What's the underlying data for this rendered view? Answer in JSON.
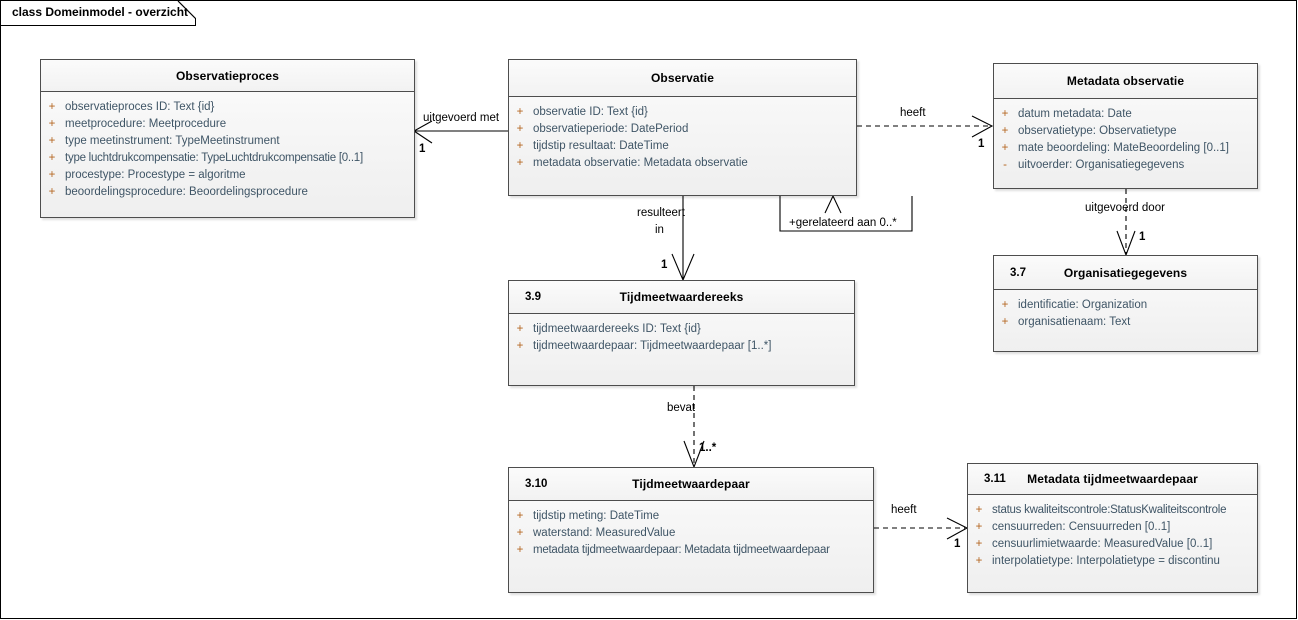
{
  "frame": {
    "title": "class Domeinmodel - overzicht"
  },
  "classes": [
    {
      "id": "observatieproces",
      "number": "",
      "name": "Observatieproces",
      "attributes": [
        {
          "visibility": "+",
          "text": "observatieproces ID: Text {id}"
        },
        {
          "visibility": "+",
          "text": "meetprocedure: Meetprocedure"
        },
        {
          "visibility": "+",
          "text": "type meetinstrument: TypeMeetinstrument"
        },
        {
          "visibility": "+",
          "text": "type luchtdrukcompensatie: TypeLuchtdrukcompensatie [0..1]"
        },
        {
          "visibility": "+",
          "text": "procestype: Procestype = algoritme"
        },
        {
          "visibility": "+",
          "text": "beoordelingsprocedure: Beoordelingsprocedure"
        }
      ]
    },
    {
      "id": "observatie",
      "number": "",
      "name": "Observatie",
      "attributes": [
        {
          "visibility": "+",
          "text": "observatie ID: Text {id}"
        },
        {
          "visibility": "+",
          "text": "observatieperiode: DatePeriod"
        },
        {
          "visibility": "+",
          "text": "tijdstip resultaat: DateTime"
        },
        {
          "visibility": "+",
          "text": "metadata observatie: Metadata observatie"
        }
      ]
    },
    {
      "id": "metadata-observatie",
      "number": "",
      "name": "Metadata observatie",
      "attributes": [
        {
          "visibility": "+",
          "text": "datum metadata: Date"
        },
        {
          "visibility": "+",
          "text": "observatietype: Observatietype"
        },
        {
          "visibility": "+",
          "text": "mate beoordeling: MateBeoordeling [0..1]"
        },
        {
          "visibility": "-",
          "text": "uitvoerder: Organisatiegegevens"
        }
      ]
    },
    {
      "id": "organisatiegegevens",
      "number": "3.7",
      "name": "Organisatiegegevens",
      "attributes": [
        {
          "visibility": "+",
          "text": "identificatie: Organization"
        },
        {
          "visibility": "+",
          "text": "organisatienaam: Text"
        }
      ]
    },
    {
      "id": "tijdmeetwaardereeks",
      "number": "3.9",
      "name": "Tijdmeetwaardereeks",
      "attributes": [
        {
          "visibility": "+",
          "text": "tijdmeetwaardereeks ID: Text {id}"
        },
        {
          "visibility": "+",
          "text": "tijdmeetwaardepaar: Tijdmeetwaardepaar [1..*]"
        }
      ]
    },
    {
      "id": "tijdmeetwaardepaar",
      "number": "3.10",
      "name": "Tijdmeetwaardepaar",
      "attributes": [
        {
          "visibility": "+",
          "text": "tijdstip meting: DateTime"
        },
        {
          "visibility": "+",
          "text": "waterstand: MeasuredValue"
        },
        {
          "visibility": "+",
          "text": "metadata tijdmeetwaardepaar: Metadata tijdmeetwaardepaar"
        }
      ]
    },
    {
      "id": "metadata-tijdmeetwaardepaar",
      "number": "3.11",
      "name": "Metadata tijdmeetwaardepaar",
      "attributes": [
        {
          "visibility": "+",
          "text": "status kwaliteitscontrole:StatusKwaliteitscontrole"
        },
        {
          "visibility": "+",
          "text": "censuurreden: Censuurreden [0..1]"
        },
        {
          "visibility": "+",
          "text": "censuurlimietwaarde: MeasuredValue [0..1]"
        },
        {
          "visibility": "+",
          "text": "interpolatietype: Interpolatietype = discontinu"
        }
      ]
    }
  ],
  "connectors": [
    {
      "id": "uitgevoerd-met",
      "label": "uitgevoerd met",
      "multiplicity": "1",
      "style": "solid"
    },
    {
      "id": "heeft-metadata-observatie",
      "label": "heeft",
      "multiplicity": "1",
      "style": "dashed"
    },
    {
      "id": "gerelateerd-aan",
      "label": "+gerelateerd aan 0..*",
      "multiplicity": "",
      "style": "solid"
    },
    {
      "id": "uitgevoerd-door",
      "label": "uitgevoerd door",
      "multiplicity": "1",
      "style": "dashed"
    },
    {
      "id": "resulteert-in",
      "label1": "resulteert",
      "label2": "in",
      "multiplicity": "1",
      "style": "solid"
    },
    {
      "id": "bevat",
      "label": "bevat",
      "multiplicity": "1..*",
      "style": "dashed"
    },
    {
      "id": "heeft-metadata-tijdmeetwaardepaar",
      "label": "heeft",
      "multiplicity": "1",
      "style": "dashed"
    }
  ],
  "colors": {
    "border": "#4d4d4d",
    "attribute_text": "#3f5566",
    "visibility_marker": "#b4651f",
    "frame_line": "#000000"
  }
}
